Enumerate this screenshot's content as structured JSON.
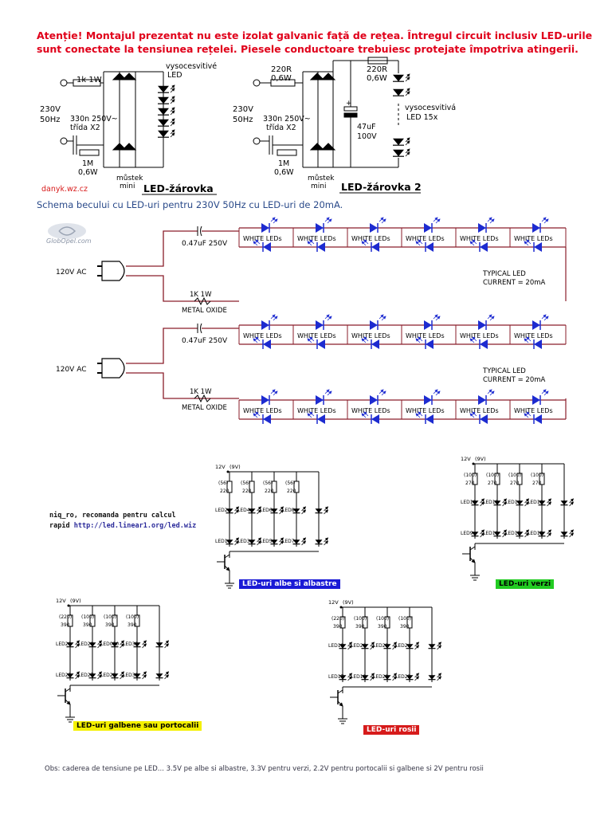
{
  "warning": "Atenție! Montajul prezentat nu este izolat galvanic față de rețea. Întregul circuit inclusiv LED-urile sunt conectate la tensiunea rețelei. Piesele conductoare trebuiesc protejate împotriva atingerii.",
  "caption": "Schema becului cu LED-uri pentru 230V 50Hz cu LED-uri de 20mA.",
  "circuit1": {
    "title": "LED-žárovka",
    "credit": "danyk.wz.cz",
    "r_top": "1k 1W",
    "mains": "230V",
    "freq": "50Hz",
    "cap": "330n 250V~",
    "cap_class": "třída X2",
    "r_bleed": "1M",
    "r_bleed_w": "0,6W",
    "bridge": "můstek",
    "bridge2": "mini",
    "led_note1": "vysocesvitivé",
    "led_note2": "LED"
  },
  "circuit2": {
    "title": "LED-žárovka 2",
    "r1": "220R",
    "r1w": "0,6W",
    "r2": "220R",
    "r2w": "0,6W",
    "mains": "230V",
    "freq": "50Hz",
    "cap": "330n 250V~",
    "cap_class": "třída X2",
    "r_bleed": "1M",
    "r_bleed_w": "0,6W",
    "elyt": "47uF",
    "elyt_v": "100V",
    "bridge": "můstek",
    "bridge2": "mini",
    "led_note1": "vysocesvitivá",
    "led_note2": "LED 15x"
  },
  "us_circuit": {
    "watermark": "GlobOpel.com",
    "mains": "120V AC",
    "cap": "0.47uF 250V",
    "res": "1K 1W",
    "res_type": "METAL OXIDE",
    "led_label": "WHITE LEDs",
    "typical1": "TYPICAL LED",
    "typical2": "CURRENT = 20mA"
  },
  "calc_note": {
    "line1": "niq_ro, recomanda pentru calcul",
    "line2_prefix": "rapid",
    "url": "http://led.linear1.org/led.wiz"
  },
  "matrices": {
    "white_blue": {
      "supply": "12V",
      "supply_alt": "(9V)",
      "res_top": [
        "(56)",
        "(56)",
        "(56)",
        "(56)"
      ],
      "res_val": [
        "220",
        "220",
        "220",
        "220"
      ],
      "leds_top": [
        "LED2",
        "LED4",
        "LED6",
        "LED8"
      ],
      "leds_bot": [
        "LED1",
        "LED3",
        "LED5",
        "LED7"
      ],
      "label": "LED-uri albe si albastre",
      "label_bg": "#1b1bd6",
      "label_fg": "#ffffff"
    },
    "green": {
      "supply": "12V",
      "supply_alt": "(9V)",
      "res_top": [
        "(100)",
        "(100)",
        "(100)",
        "(100)"
      ],
      "res_val": [
        "270",
        "270",
        "270",
        "270"
      ],
      "leds_top": [
        "LED10",
        "LED12",
        "LED14",
        "LED16"
      ],
      "leds_bot": [
        "LED9",
        "LED11",
        "LED13",
        "LED15"
      ],
      "label": "LED-uri verzi",
      "label_bg": "#22cc22",
      "label_fg": "#000000"
    },
    "yellow": {
      "supply": "12V",
      "supply_alt": "(9V)",
      "res_top": [
        "(220)",
        "(100)",
        "(100)",
        "(100)"
      ],
      "res_val": [
        "390",
        "390",
        "390",
        "390"
      ],
      "leds_top": [
        "LED29",
        "LED28",
        "LED030",
        "LED32"
      ],
      "leds_bot": [
        "LED25",
        "LED27",
        "LED29",
        "LED31"
      ],
      "label": "LED-uri galbene sau portocalii",
      "label_bg": "#f4f000",
      "label_fg": "#000000"
    },
    "red": {
      "supply": "12V",
      "supply_alt": "(9V)",
      "res_top": [
        "(220)",
        "(100)",
        "(100)",
        "(100)"
      ],
      "res_val": [
        "390",
        "390",
        "390",
        "390"
      ],
      "leds_top": [
        "LED18",
        "LED20",
        "LED22",
        "LED24"
      ],
      "leds_bot": [
        "LED17",
        "LED19",
        "LED21",
        "LED23"
      ],
      "label": "LED-uri rosii",
      "label_bg": "#d61b1b",
      "label_fg": "#ffffff"
    }
  },
  "footnote": "Obs: caderea de tensiune pe LED... 3.5V pe albe si albastre, 3.3V pentru verzi, 2.2V pentru portocalii si galbene si 2V pentru rosii"
}
